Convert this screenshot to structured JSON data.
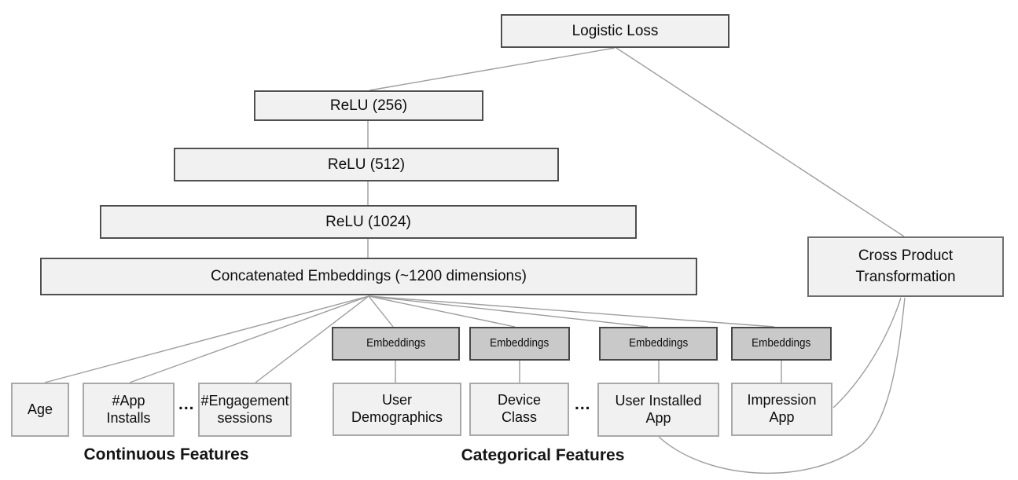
{
  "colors": {
    "box_fill": "#f1f1f1",
    "box_border_dark": "#4f4f4f",
    "feature_border": "#a9a9a9",
    "embedding_fill": "#c9c9c9",
    "connector": "#9e9e9e",
    "text": "#0d0d0d"
  },
  "nodes": {
    "logistic_loss": "Logistic Loss",
    "relu_256": "ReLU (256)",
    "relu_512": "ReLU (512)",
    "relu_1024": "ReLU (1024)",
    "concat": "Concatenated Embeddings (~1200 dimensions)",
    "cross_product": "Cross Product\nTransformation",
    "embeddings": [
      "Embeddings",
      "Embeddings",
      "Embeddings",
      "Embeddings"
    ]
  },
  "continuous": {
    "section_label": "Continuous Features",
    "ellipsis": "...",
    "items": [
      "Age",
      "#App\nInstalls",
      "#Engagement\nsessions"
    ]
  },
  "categorical": {
    "section_label": "Categorical Features",
    "ellipsis": "...",
    "items": [
      "User\nDemographics",
      "Device\nClass",
      "User Installed\nApp",
      "Impression\nApp"
    ]
  }
}
